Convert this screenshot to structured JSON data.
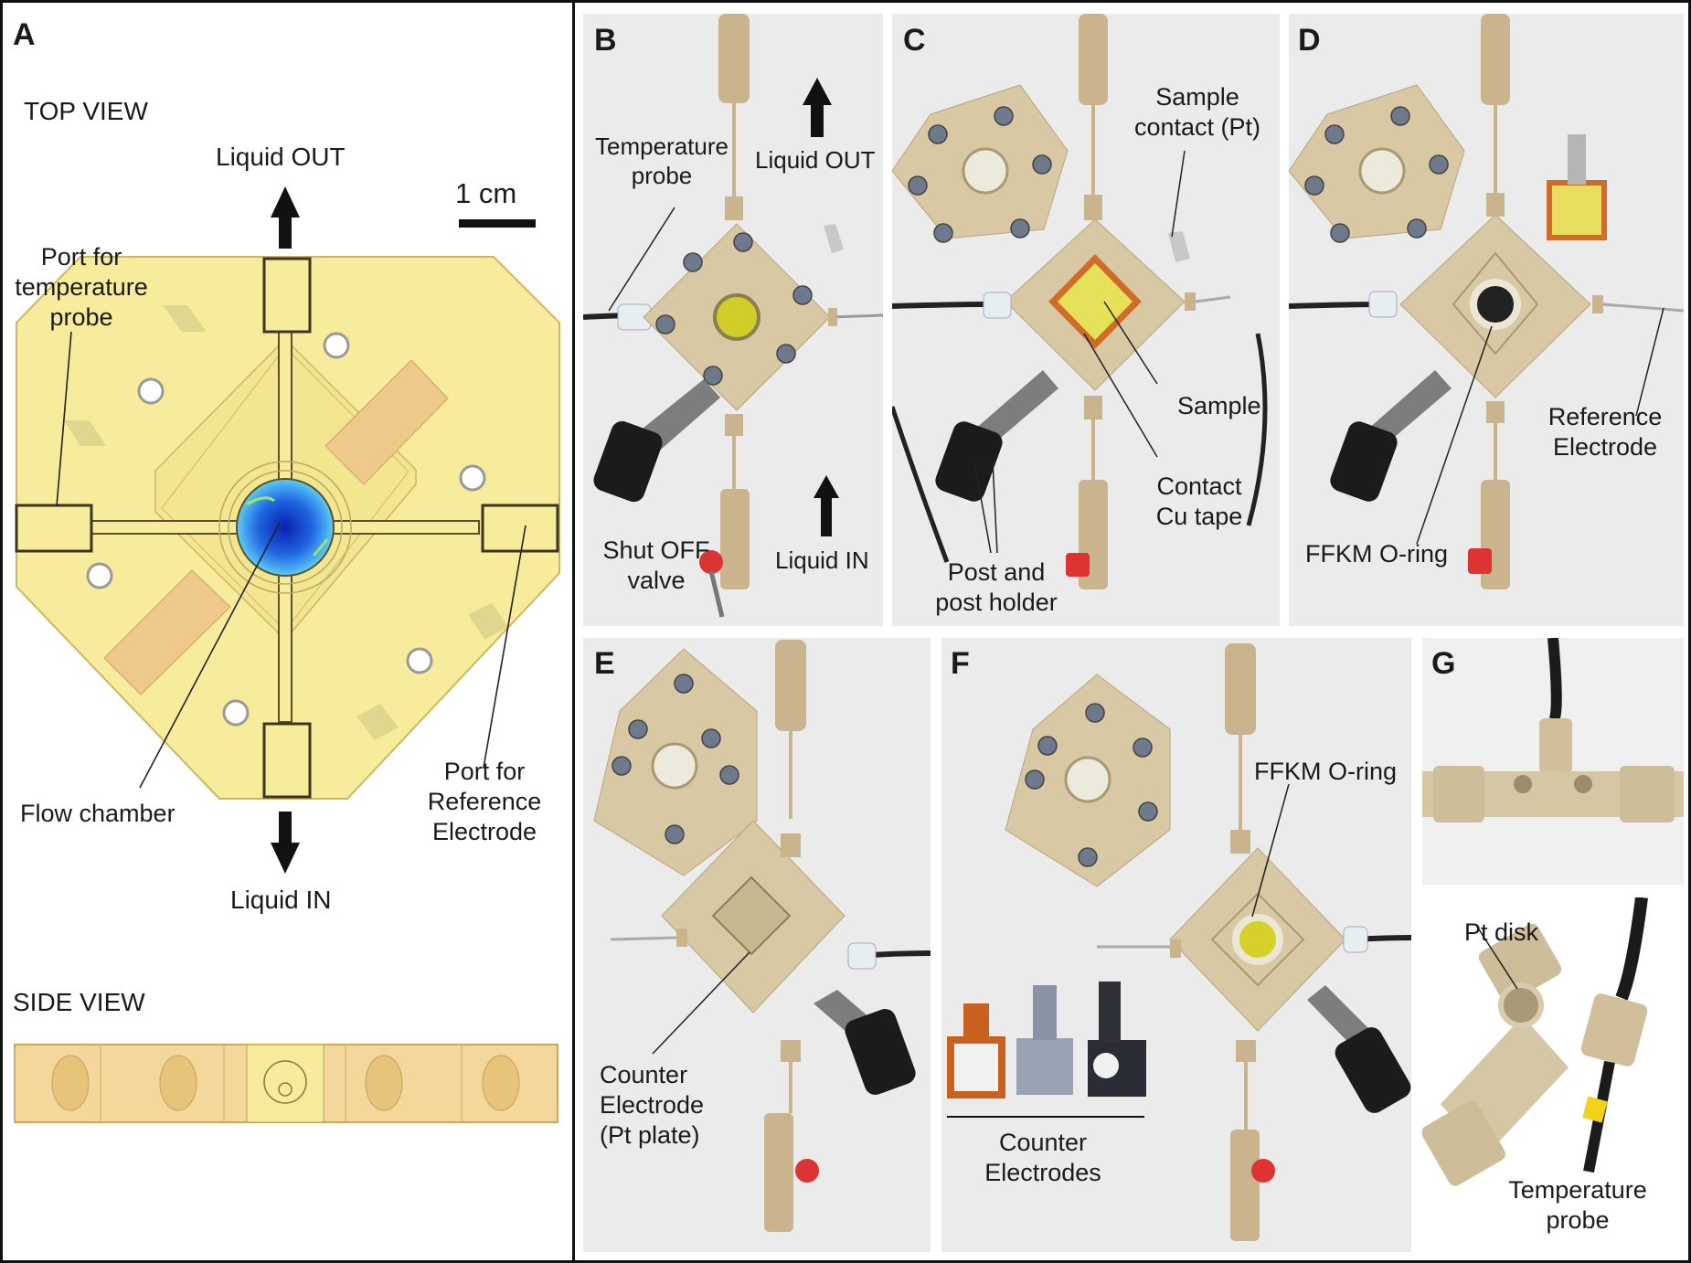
{
  "panels": {
    "A": {
      "letter": "A",
      "top_view": "TOP VIEW",
      "side_view": "SIDE VIEW",
      "liquid_out": "Liquid OUT",
      "liquid_in": "Liquid IN",
      "scale": "1 cm",
      "port_temp": [
        "Port for",
        "temperature",
        "probe"
      ],
      "port_ref": [
        "Port for",
        "Reference",
        "Electrode"
      ],
      "flow_chamber": "Flow chamber"
    },
    "B": {
      "letter": "B",
      "temp_probe": [
        "Temperature",
        "probe"
      ],
      "liquid_out": "Liquid OUT",
      "liquid_in": "Liquid IN",
      "shut_off": [
        "Shut OFF",
        "valve"
      ]
    },
    "C": {
      "letter": "C",
      "sample_contact": [
        "Sample",
        "contact (Pt)"
      ],
      "sample": "Sample",
      "contact_cu": [
        "Contact",
        "Cu tape"
      ],
      "post": [
        "Post and",
        "post holder"
      ]
    },
    "D": {
      "letter": "D",
      "reference": [
        "Reference",
        "Electrode"
      ],
      "oring": "FFKM O-ring"
    },
    "E": {
      "letter": "E",
      "counter": [
        "Counter",
        "Electrode",
        "(Pt plate)"
      ]
    },
    "F": {
      "letter": "F",
      "oring": "FFKM O-ring",
      "counters": [
        "Counter",
        "Electrodes"
      ]
    },
    "G": {
      "letter": "G",
      "pt_disk": "Pt disk",
      "temp_probe": [
        "Temperature",
        "probe"
      ]
    }
  },
  "colors": {
    "chip": "#f7ec9c",
    "chip_edge": "#b8a45a",
    "peek": "#d6c7a4",
    "photo_bg": "#ebebeb",
    "flow_blue": "#1d5fe0"
  }
}
